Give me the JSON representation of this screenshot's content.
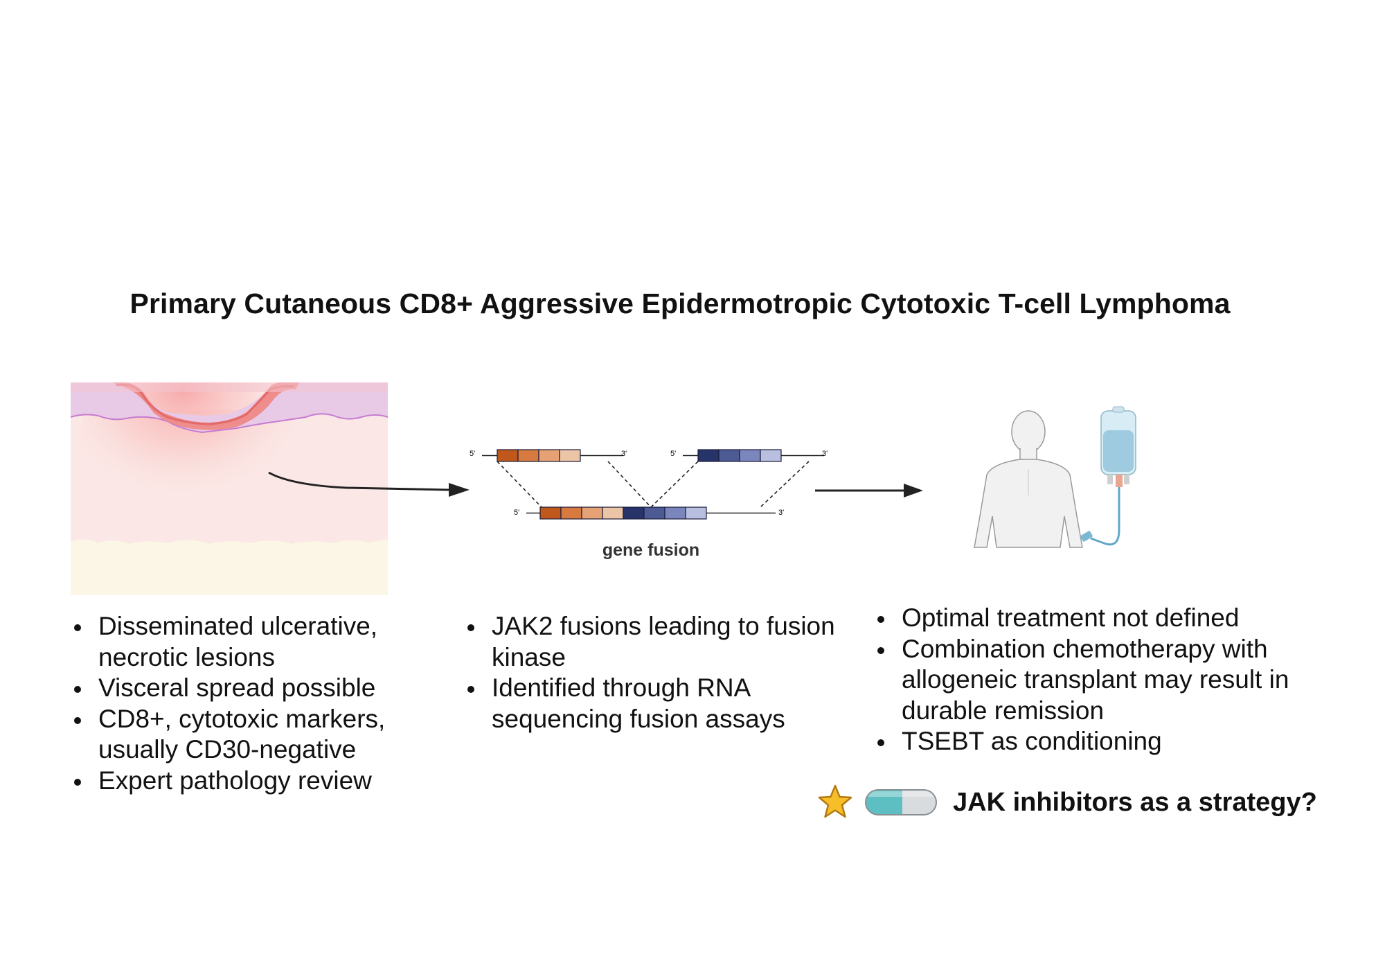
{
  "title": "Primary Cutaneous CD8+ Aggressive Epidermotropic Cytotoxic T-cell Lymphoma",
  "fusion": {
    "caption": "gene fusion",
    "five_prime": "5'",
    "three_prime": "3'",
    "gene_a_colors": [
      "#c0571b",
      "#d67a3f",
      "#e6a274",
      "#ecc4a6"
    ],
    "gene_b_colors": [
      "#27346a",
      "#4d5b95",
      "#7b87bc",
      "#b9c0df"
    ]
  },
  "columns": [
    {
      "bullets": [
        "Disseminated ulcerative, necrotic lesions",
        "Visceral spread possible",
        "CD8+, cytotoxic markers, usually CD30-negative",
        "Expert pathology review"
      ]
    },
    {
      "bullets": [
        "JAK2 fusions leading to fusion kinase",
        "Identified through RNA sequencing fusion assays"
      ]
    },
    {
      "bullets": [
        "Optimal treatment not defined",
        "Combination chemotherapy with allogeneic transplant may result in durable remission",
        "TSEBT as conditioning"
      ]
    }
  ],
  "strategy": {
    "text": "JAK inhibitors as a strategy?",
    "star_icon": "star-icon",
    "pill_icon": "capsule-icon"
  }
}
